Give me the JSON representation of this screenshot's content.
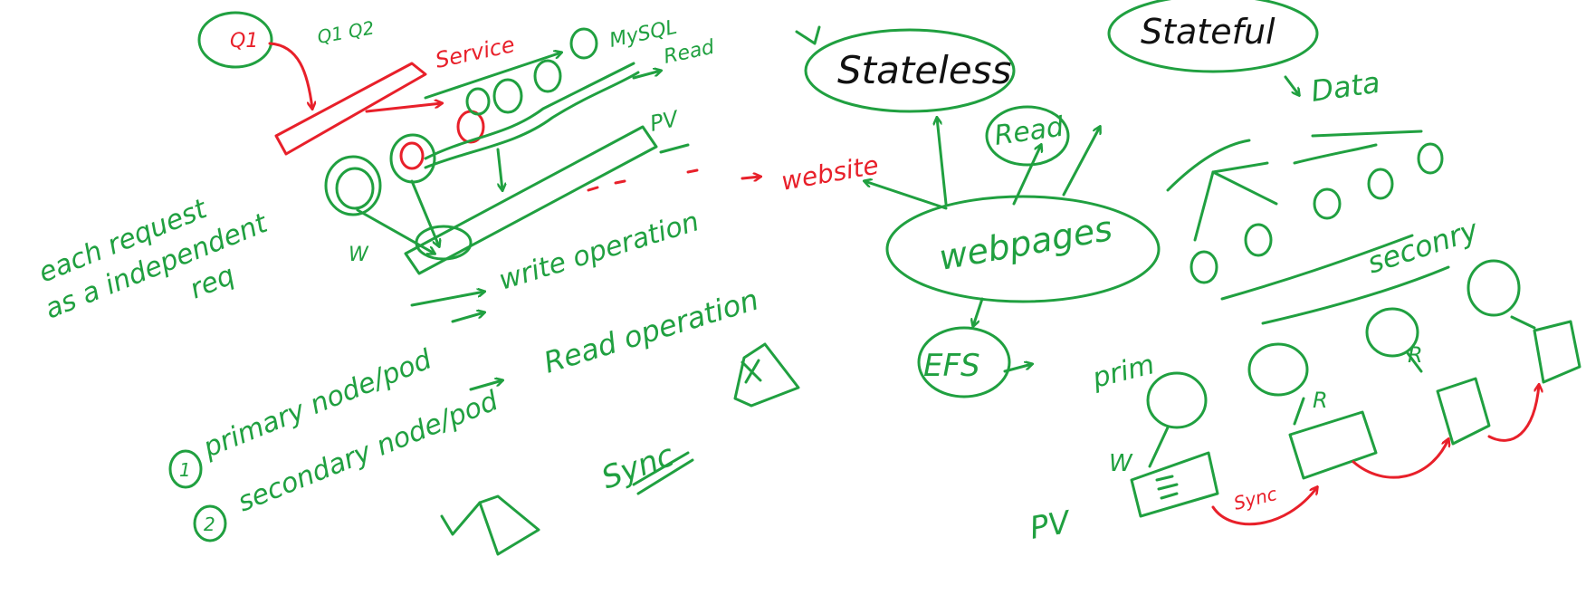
{
  "colors": {
    "green": "#20a040",
    "red": "#e8202a",
    "black": "#111111",
    "background": "#ffffff"
  },
  "left": {
    "client_label": "Q1",
    "queries_label": "Q1 Q2",
    "service_label": "Service",
    "mysql_label": "MySQL",
    "read_label": "Read",
    "pv_label": "PV",
    "write_label": "W",
    "note_line1": "each request",
    "note_line2": "as a independent",
    "note_line3": "req",
    "write_operation": "write operation",
    "read_operation": "Read operation",
    "website_label": "website",
    "item1_number": "1",
    "item1_text": "primary node/pod",
    "item2_number": "2",
    "item2_text": "secondary node/pod",
    "sync_label": "Sync"
  },
  "middle": {
    "stateless_label": "Stateless",
    "read_label": "Read",
    "webpages_label": "webpages",
    "efs_label": "EFS"
  },
  "right": {
    "stateful_label": "Stateful",
    "data_label": "Data",
    "secondary_label": "seconry",
    "primary_label": "prim",
    "w_label": "W",
    "r_label_1": "R",
    "r_label_2": "R",
    "pv_label": "PV",
    "sync_label": "Sync"
  }
}
